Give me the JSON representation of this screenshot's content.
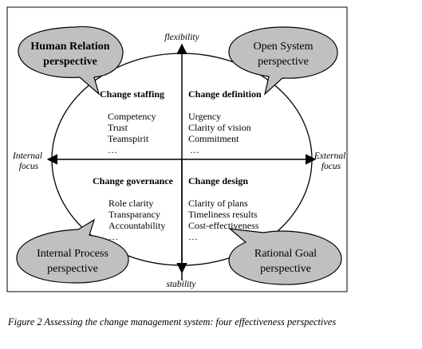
{
  "axes": {
    "top": "flexibility",
    "bottom": "stability",
    "left": [
      "Internal",
      "focus"
    ],
    "right": [
      "External",
      "focus"
    ]
  },
  "perspectives": {
    "top_left": [
      "Human Relation",
      "perspective"
    ],
    "top_right": [
      "Open System",
      "perspective"
    ],
    "bottom_left": [
      "Internal Process",
      "perspective"
    ],
    "bottom_right": [
      "Rational Goal",
      "perspective"
    ]
  },
  "quadrants": {
    "top_left": {
      "title": "Change staffing",
      "items": [
        "Competency",
        "Trust",
        "Teamspirit",
        "…"
      ]
    },
    "top_right": {
      "title": "Change definition",
      "items": [
        "Urgency",
        "Clarity of vision",
        "Commitment",
        "…"
      ]
    },
    "bottom_left": {
      "title": "Change governance",
      "items": [
        "Role clarity",
        "Transparancy",
        "Accountability",
        "…"
      ]
    },
    "bottom_right": {
      "title": "Change design",
      "items": [
        "Clarity of plans",
        "Timeliness results",
        "Cost-effectiveness",
        "…"
      ]
    }
  },
  "caption": "Figure 2  Assessing the change management system: four effectiveness perspectives",
  "colors": {
    "bubble_fill": "#c0c0c0",
    "line": "#000000"
  }
}
